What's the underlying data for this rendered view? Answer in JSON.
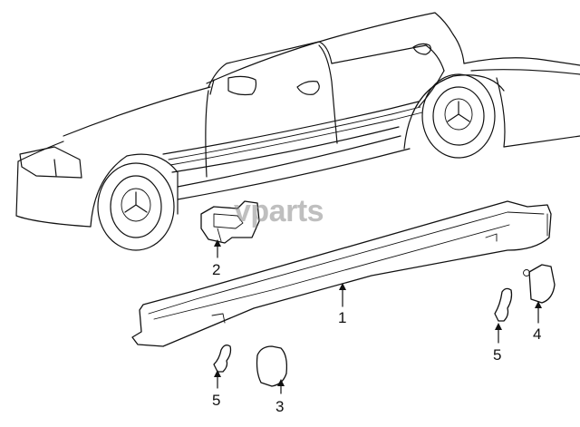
{
  "diagram": {
    "watermark": "vparts",
    "callouts": [
      {
        "id": "rocker-molding",
        "label": "1"
      },
      {
        "id": "front-bracket",
        "label": "2"
      },
      {
        "id": "rear-cap-left",
        "label": "3"
      },
      {
        "id": "rear-cap-right",
        "label": "4"
      },
      {
        "id": "clip-left",
        "label": "5"
      },
      {
        "id": "clip-right",
        "label": "5"
      }
    ]
  },
  "colors": {
    "line": "#111111",
    "background": "#ffffff",
    "watermark": "#8a8a8a"
  }
}
